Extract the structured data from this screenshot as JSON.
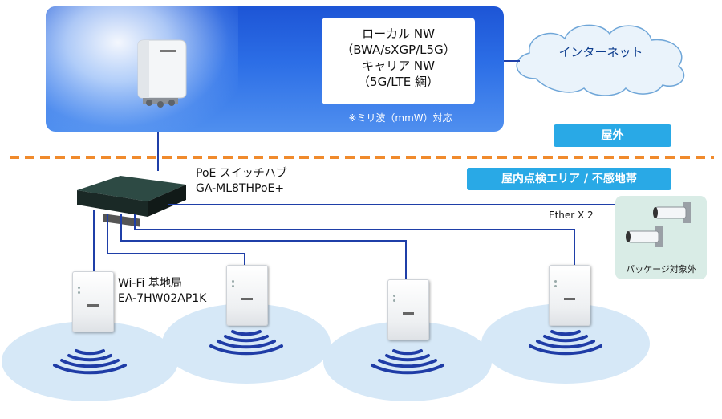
{
  "outdoor": {
    "local_nw": "ローカル NW",
    "local_nw_types": "（BWA/sXGP/L5G）",
    "carrier_nw": "キャリア NW",
    "carrier_nw_types": "（5G/LTE 網）",
    "mmw_note": "※ミリ波（mmW）対応"
  },
  "internet_label": "インターネット",
  "outdoor_tag": "屋外",
  "indoor_tag": "屋内点検エリア / 不感地帯",
  "switch": {
    "label_line1": "PoE スイッチハブ",
    "label_line2": "GA-ML8THPoE+"
  },
  "access_point": {
    "label_line1": "Wi-Fi 基地局",
    "label_line2": "EA-7HW02AP1K"
  },
  "ether_label": "Ether X 2",
  "camera_caption": "パッケージ対象外",
  "colors": {
    "sky": "#2c6ee6",
    "tag": "#29a9e6",
    "cable": "#1f3fa8",
    "divider": "#f08a2c",
    "wifi": "#1f3ca6",
    "coverage": "#d6e8f7"
  }
}
